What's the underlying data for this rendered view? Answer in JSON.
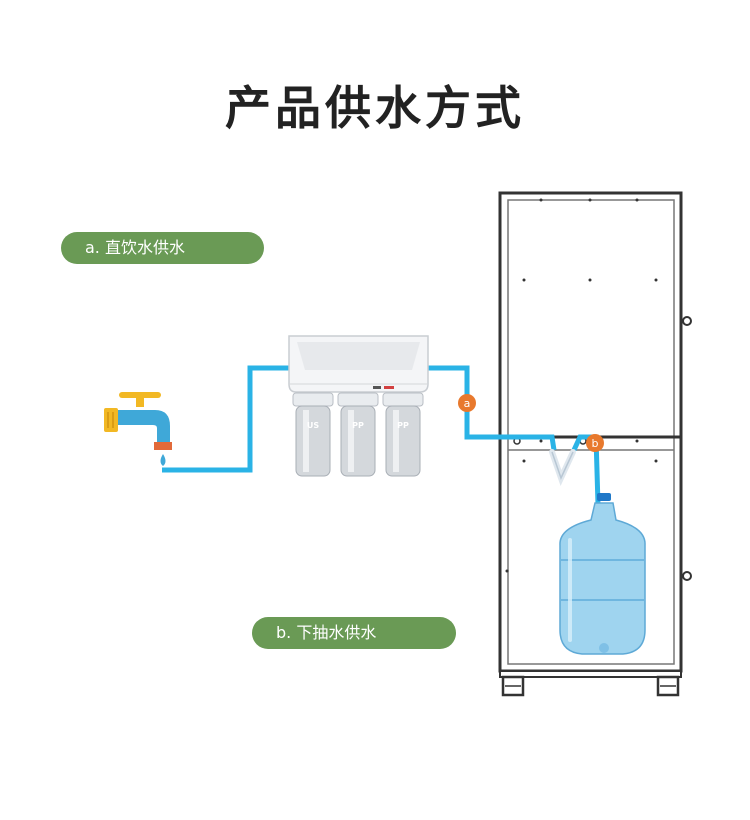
{
  "title": "产品供水方式",
  "methods": [
    {
      "marker": "a",
      "label": "a. 直饮水供水"
    },
    {
      "marker": "b",
      "label": "b. 下抽水供水"
    }
  ],
  "filters": [
    {
      "label_top": "US",
      "label_bottom": ""
    },
    {
      "label_top": "PP",
      "label_bottom": ""
    },
    {
      "label_top": "PP",
      "label_bottom": ""
    }
  ],
  "colors": {
    "pipe": "#2ab3e6",
    "label_bg": "#6a9a55",
    "marker": "#e8792d",
    "cabinet_frame": "#333333"
  }
}
